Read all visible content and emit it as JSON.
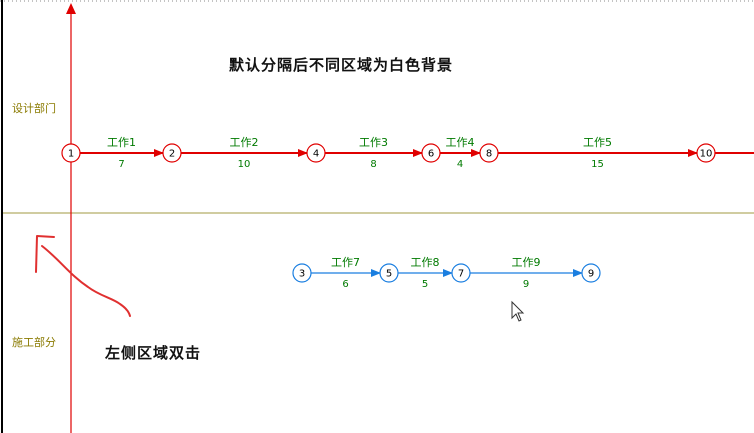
{
  "headline": "默认分隔后不同区域为白色背景",
  "annotation": "左侧区域双击",
  "zones": [
    {
      "label": "设计部门"
    },
    {
      "label": "施工部分"
    }
  ],
  "colors": {
    "red": "#e00000",
    "blue": "#1a7ee0",
    "task_text": "#007a00",
    "divider": "#a09a40",
    "zone_label": "#8a7a00",
    "scribble": "#e03030"
  },
  "networks": [
    {
      "zone": "设计部门",
      "color": "red",
      "nodes": [
        "1",
        "2",
        "4",
        "6",
        "8",
        "10"
      ],
      "tasks": [
        {
          "from": "1",
          "to": "2",
          "name": "工作1",
          "duration": "7"
        },
        {
          "from": "2",
          "to": "4",
          "name": "工作2",
          "duration": "10"
        },
        {
          "from": "4",
          "to": "6",
          "name": "工作3",
          "duration": "8"
        },
        {
          "from": "6",
          "to": "8",
          "name": "工作4",
          "duration": "4"
        },
        {
          "from": "8",
          "to": "10",
          "name": "工作5",
          "duration": "15"
        }
      ]
    },
    {
      "zone": "施工部分",
      "color": "blue",
      "nodes": [
        "3",
        "5",
        "7",
        "9"
      ],
      "tasks": [
        {
          "from": "3",
          "to": "5",
          "name": "工作7",
          "duration": "6"
        },
        {
          "from": "5",
          "to": "7",
          "name": "工作8",
          "duration": "5"
        },
        {
          "from": "7",
          "to": "9",
          "name": "工作9",
          "duration": "9"
        }
      ]
    }
  ]
}
